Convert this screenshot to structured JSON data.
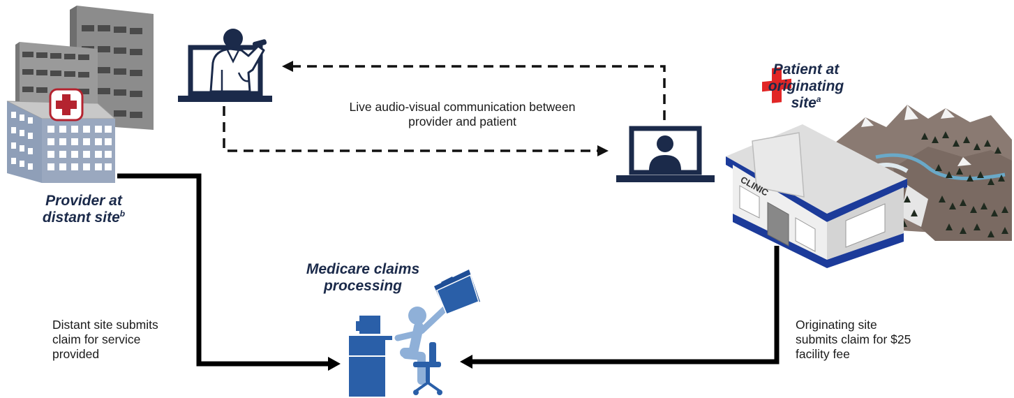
{
  "nodes": {
    "provider": {
      "label": "Provider at distant site",
      "footnote": "b"
    },
    "patient": {
      "label": "Patient at originating site",
      "footnote": "a"
    },
    "medicare": {
      "label": "Medicare claims processing"
    }
  },
  "clinic_sign": "CLINIC",
  "edges": {
    "communication": "Live audio-visual communication between provider and patient",
    "distant_claim": "Distant site submits claim for service provided",
    "originating_claim": "Originating site submits claim for $25 facility fee"
  },
  "colors": {
    "navy": "#1b2a4a",
    "blue": "#2a5fa8",
    "light_blue": "#8fb0d8",
    "red": "#d52b2b",
    "building_gray": "#8a8a8a"
  }
}
